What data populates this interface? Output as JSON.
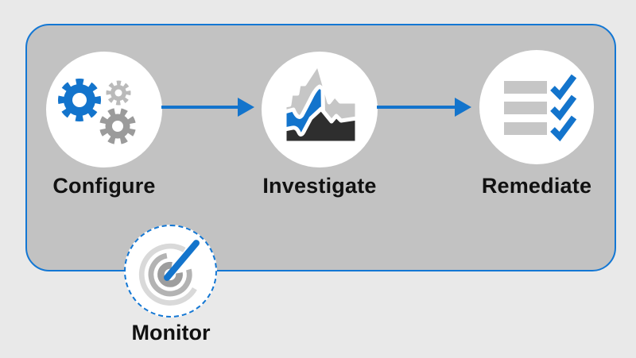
{
  "diagram": {
    "steps": [
      {
        "id": "configure",
        "label": "Configure",
        "icon": "gears-icon"
      },
      {
        "id": "investigate",
        "label": "Investigate",
        "icon": "area-chart-icon"
      },
      {
        "id": "remediate",
        "label": "Remediate",
        "icon": "checklist-checkmarks-icon"
      }
    ],
    "connectors": [
      {
        "from": "configure",
        "to": "investigate",
        "type": "arrow-right"
      },
      {
        "from": "investigate",
        "to": "remediate",
        "type": "arrow-right"
      }
    ],
    "detached_step": {
      "id": "monitor",
      "label": "Monitor",
      "icon": "radar-target-icon",
      "border_style": "dashed"
    }
  },
  "colors": {
    "page_background": "#e9e9e9",
    "boundary_fill": "#c2c2c2",
    "boundary_border": "#1377d4",
    "accent_blue": "#1374cc",
    "icon_gray_light": "#c6c6c6",
    "icon_gray_medium": "#9b9b9b",
    "icon_dark": "#2e2e2e",
    "label_text": "#111111"
  }
}
